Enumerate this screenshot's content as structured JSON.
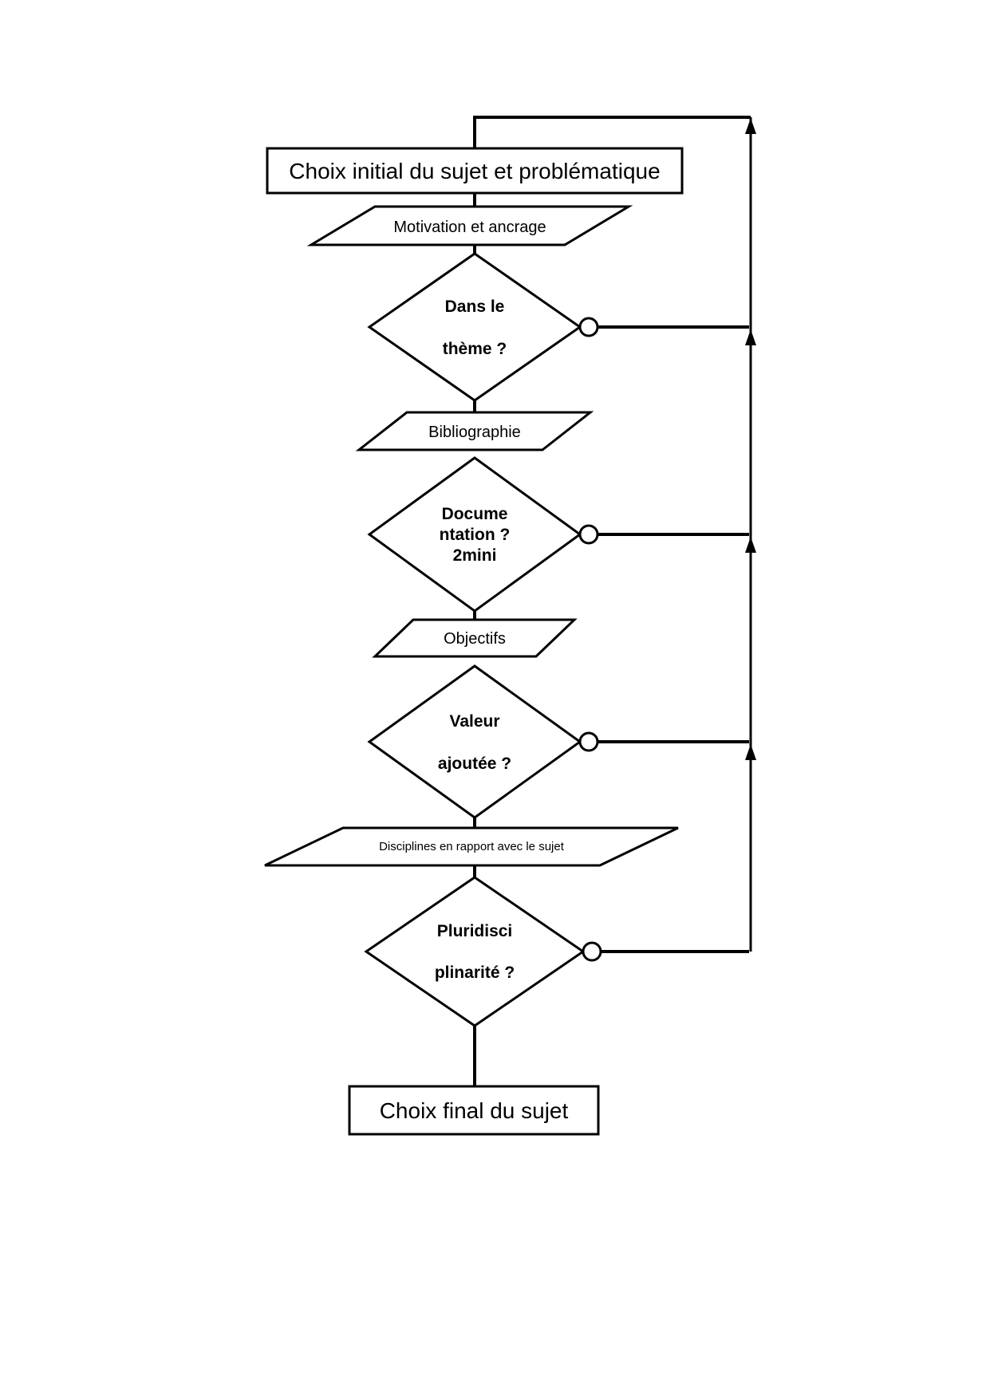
{
  "diagram": {
    "colors": {
      "stroke": "#000000",
      "fill": "#ffffff"
    },
    "nodes": {
      "choix_initial": {
        "type": "process",
        "label": "Choix initial du sujet et problématique"
      },
      "motivation": {
        "type": "data",
        "label": "Motivation et ancrage"
      },
      "dans_le_theme": {
        "type": "decision",
        "lines": [
          "Dans le",
          "thème ?"
        ]
      },
      "bibliographie": {
        "type": "data",
        "label": "Bibliographie"
      },
      "documentation": {
        "type": "decision",
        "lines": [
          "Docume",
          "ntation ?",
          "2mini"
        ]
      },
      "objectifs": {
        "type": "data",
        "label": "Objectifs"
      },
      "valeur_ajoutee": {
        "type": "decision",
        "lines": [
          "Valeur",
          "ajoutée ?"
        ]
      },
      "disciplines": {
        "type": "data",
        "label": "Disciplines en rapport avec le sujet"
      },
      "pluridisciplinarite": {
        "type": "decision",
        "lines": [
          "Pluridisci",
          "plinarité ?"
        ]
      },
      "choix_final": {
        "type": "process",
        "label": "Choix final du sujet"
      }
    }
  }
}
